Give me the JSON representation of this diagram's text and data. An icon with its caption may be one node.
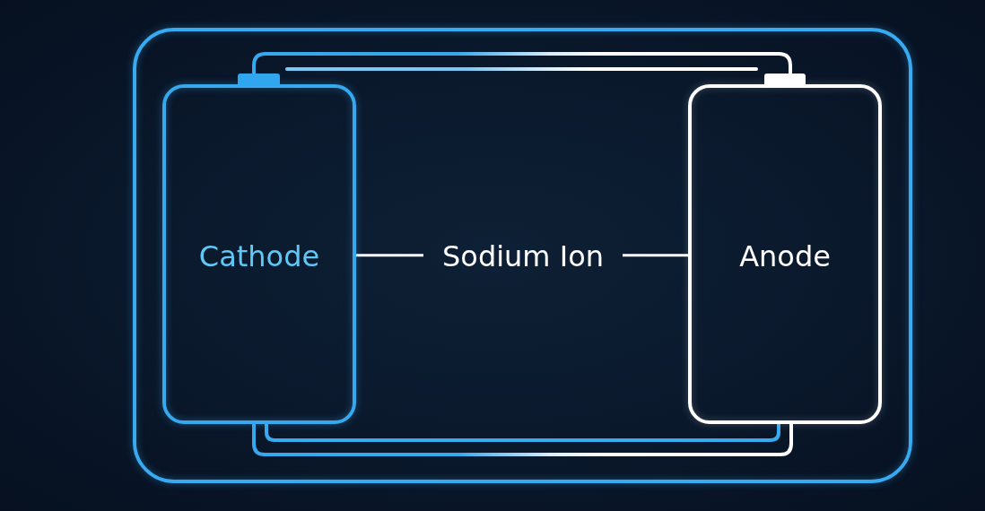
{
  "diagram": {
    "nodes": [
      {
        "text": [],
        "shape": "box"
      },
      {
        "text": [
          "Cathode"
        ],
        "in": 0
      },
      {
        "text": [
          "Sodium Ion"
        ],
        "in": 0
      },
      {
        "text": [
          "Anode"
        ],
        "in": 0
      }
    ],
    "edges": [
      {
        "from": 1,
        "to": 2,
        "arrow": "none"
      },
      {
        "from": 2,
        "to": 3,
        "arrow": "none"
      },
      {
        "from": 1,
        "to": 3,
        "arrow": "none"
      },
      {
        "from": 1,
        "to": 3,
        "arrow": "none",
        "color": "#38aaf0"
      },
      {
        "from": 1,
        "to": 3,
        "arrow": "none"
      }
    ]
  }
}
